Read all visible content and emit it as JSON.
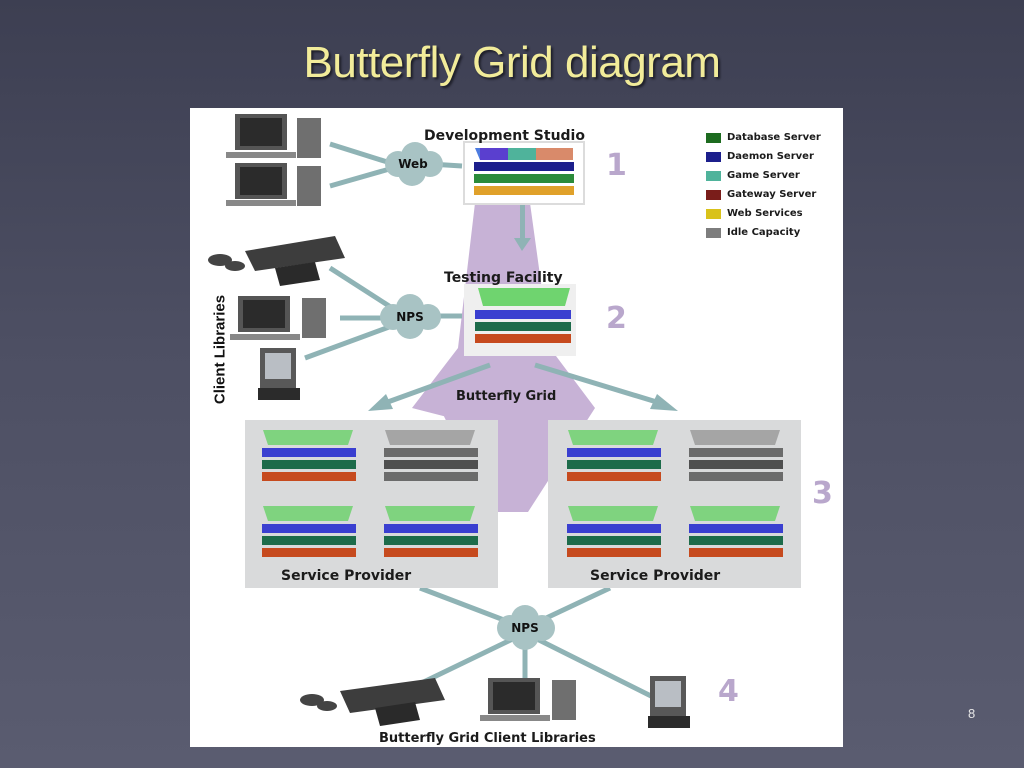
{
  "slide": {
    "title": "Butterfly Grid diagram",
    "page_number": "8"
  },
  "diagram": {
    "development_studio": "Development Studio",
    "testing_facility": "Testing Facility",
    "butterfly_grid": "Butterfly Grid",
    "service_provider_left": "Service Provider",
    "service_provider_right": "Service Provider",
    "client_libraries": "Client Libraries",
    "bottom_caption": "Butterfly Grid Client Libraries",
    "cloud_web": "Web",
    "cloud_nps_top": "NPS",
    "cloud_nps_bottom": "NPS",
    "steps": [
      "1",
      "2",
      "3",
      "4"
    ]
  },
  "legend": [
    {
      "label": "Database Server",
      "color": "#1d6b1f"
    },
    {
      "label": "Daemon Server",
      "color": "#1c1f8c"
    },
    {
      "label": "Game Server",
      "color": "#4fb39b"
    },
    {
      "label": "Gateway Server",
      "color": "#7a1d1a"
    },
    {
      "label": "Web Services",
      "color": "#d9c21a"
    },
    {
      "label": "Idle Capacity",
      "color": "#7d7d7d"
    }
  ],
  "icons": [
    "desktop-computer-icon",
    "game-console-icon",
    "pda-icon",
    "cloud-icon",
    "server-rack-icon",
    "arrow-icon"
  ]
}
